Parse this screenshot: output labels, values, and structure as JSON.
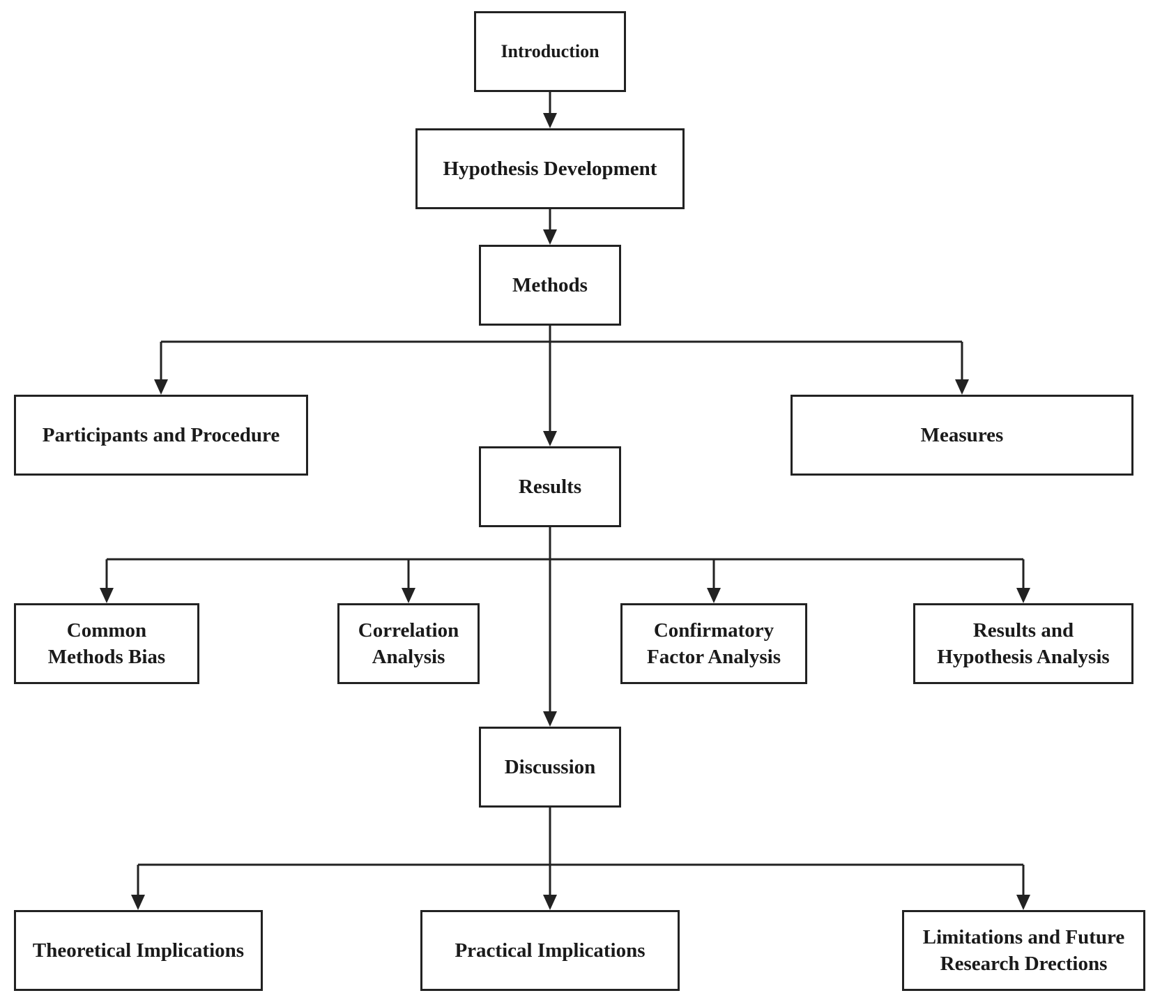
{
  "diagram": {
    "line_color": "#222222",
    "nodes": {
      "introduction": "Introduction",
      "hypothesis_development": "Hypothesis Development",
      "methods": "Methods",
      "participants_and_procedure": "Participants and Procedure",
      "measures": "Measures",
      "results": "Results",
      "common_methods_bias": "Common\nMethods Bias",
      "correlation_analysis": "Correlation\nAnalysis",
      "confirmatory_factor_analysis": "Confirmatory\nFactor Analysis",
      "results_and_hypothesis_analysis": "Results and\nHypothesis Analysis",
      "discussion": "Discussion",
      "theoretical_implications": "Theoretical Implications",
      "practical_implications": "Practical Implications",
      "limitations_and_future_research": "Limitations and Future\nResearch Drections"
    },
    "edges": [
      [
        "introduction",
        "hypothesis_development"
      ],
      [
        "hypothesis_development",
        "methods"
      ],
      [
        "methods",
        "participants_and_procedure"
      ],
      [
        "methods",
        "results"
      ],
      [
        "methods",
        "measures"
      ],
      [
        "results",
        "common_methods_bias"
      ],
      [
        "results",
        "correlation_analysis"
      ],
      [
        "results",
        "confirmatory_factor_analysis"
      ],
      [
        "results",
        "results_and_hypothesis_analysis"
      ],
      [
        "results",
        "discussion"
      ],
      [
        "discussion",
        "theoretical_implications"
      ],
      [
        "discussion",
        "practical_implications"
      ],
      [
        "discussion",
        "limitations_and_future_research"
      ]
    ]
  }
}
